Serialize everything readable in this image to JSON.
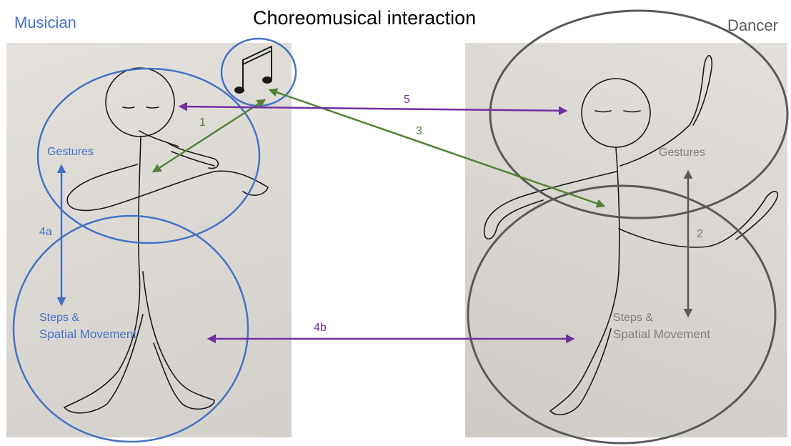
{
  "title": "Choreomusical interaction",
  "musician": {
    "label": "Musician",
    "gestures": "Gestures",
    "steps_line1": "Steps &",
    "steps_line2": "Spatial Movement",
    "arrow_4a": "4a"
  },
  "dancer": {
    "label": "Dancer",
    "gestures": "Gestures",
    "steps_line1": "Steps &",
    "steps_line2": "Spatial Movement",
    "arrow_2": "2"
  },
  "arrows": {
    "a1": "1",
    "a3": "3",
    "a4b": "4b",
    "a5": "5"
  },
  "colors": {
    "musician_blue": "#4472c4",
    "dancer_grey": "#595959",
    "green": "#548235",
    "purple": "#7030a0",
    "paper": "#dedad6"
  }
}
